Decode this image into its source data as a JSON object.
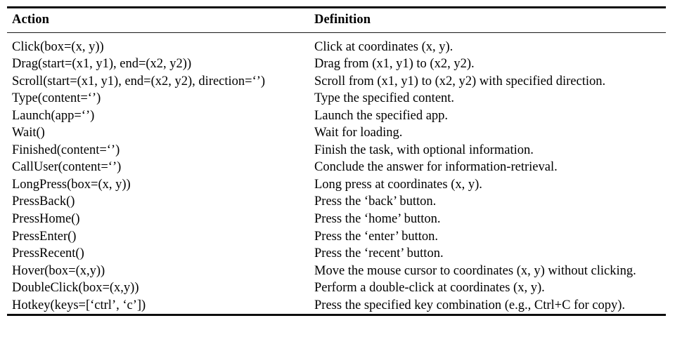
{
  "table": {
    "headers": {
      "action": "Action",
      "definition": "Definition"
    },
    "rows": [
      {
        "action": "Click(box=(x, y))",
        "definition": "Click at coordinates (x, y)."
      },
      {
        "action": "Drag(start=(x1, y1), end=(x2, y2))",
        "definition": "Drag from (x1, y1) to (x2, y2)."
      },
      {
        "action": "Scroll(start=(x1, y1), end=(x2, y2), direction=‘’)",
        "definition": "Scroll from (x1, y1) to (x2, y2) with specified direction."
      },
      {
        "action": "Type(content=‘’)",
        "definition": "Type the specified content."
      },
      {
        "action": "Launch(app=‘’)",
        "definition": "Launch the specified app."
      },
      {
        "action": "Wait()",
        "definition": "Wait for loading."
      },
      {
        "action": "Finished(content=‘’)",
        "definition": "Finish the task, with optional information."
      },
      {
        "action": "CallUser(content=‘’)",
        "definition": "Conclude the answer for information-retrieval."
      },
      {
        "action": "LongPress(box=(x, y))",
        "definition": "Long press at coordinates (x, y)."
      },
      {
        "action": "PressBack()",
        "definition": "Press the ‘back’ button."
      },
      {
        "action": "PressHome()",
        "definition": "Press the ‘home’ button."
      },
      {
        "action": "PressEnter()",
        "definition": "Press the ‘enter’ button."
      },
      {
        "action": "PressRecent()",
        "definition": "Press the ‘recent’ button."
      },
      {
        "action": "Hover(box=(x,y))",
        "definition": "Move the mouse cursor to coordinates (x, y) without clicking."
      },
      {
        "action": "DoubleClick(box=(x,y))",
        "definition": "Perform a double-click at coordinates (x, y)."
      },
      {
        "action": "Hotkey(keys=[‘ctrl’, ‘c’])",
        "definition": "Press the specified key combination (e.g., Ctrl+C for copy)."
      }
    ]
  },
  "colors": {
    "page_background": "#ffffff",
    "text": "#000000",
    "rule": "#0d0d0d"
  }
}
